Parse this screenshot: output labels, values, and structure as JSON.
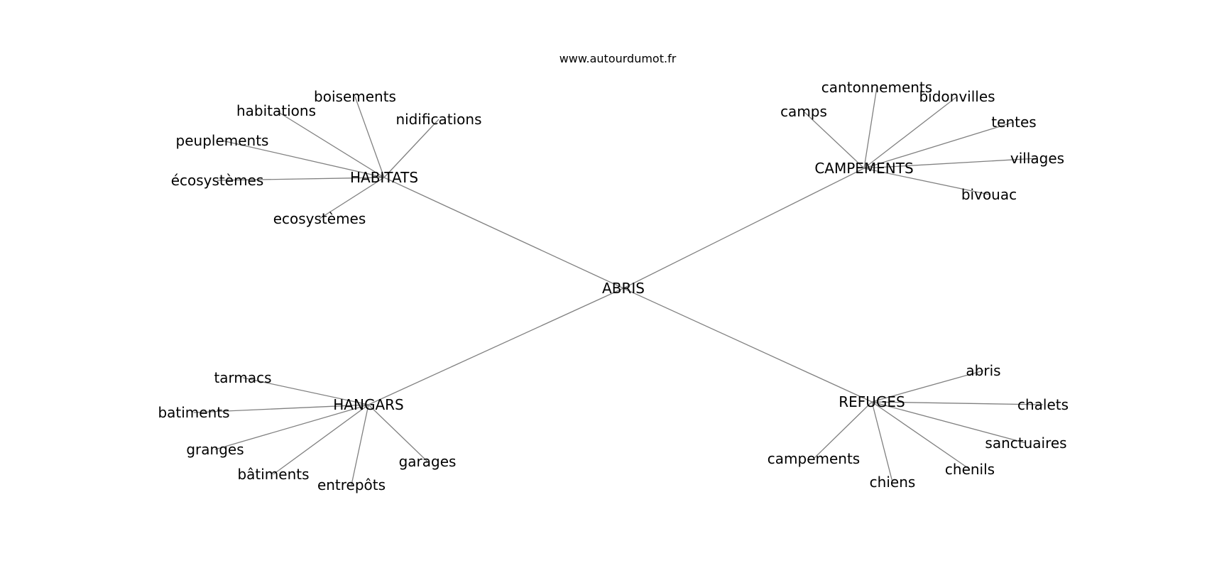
{
  "site_title": "www.autourdumot.fr",
  "center": "ABRIS",
  "groups": [
    {
      "name": "HABITATS",
      "words": [
        "boisements",
        "habitations",
        "nidifications",
        "peuplements",
        "écosystèmes",
        "ecosystèmes"
      ]
    },
    {
      "name": "CAMPEMENTS",
      "words": [
        "cantonnements",
        "bidonvilles",
        "camps",
        "tentes",
        "villages",
        "bivouac"
      ]
    },
    {
      "name": "HANGARS",
      "words": [
        "tarmacs",
        "batiments",
        "granges",
        "bâtiments",
        "entrepôts",
        "garages"
      ]
    },
    {
      "name": "REFUGES",
      "words": [
        "abris",
        "chalets",
        "sanctuaires",
        "chenils",
        "chiens",
        "campements"
      ]
    }
  ],
  "colors": {
    "edge": "#808080",
    "text": "#000000",
    "background": "#ffffff"
  }
}
